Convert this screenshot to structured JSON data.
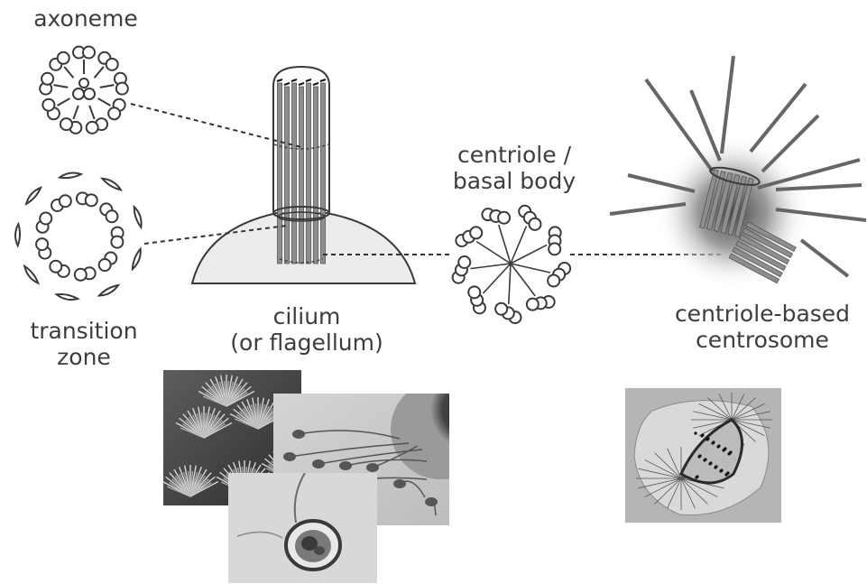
{
  "labels": {
    "axoneme": "axoneme",
    "transition_line1": "transition",
    "transition_line2": "zone",
    "cilium_line1": "cilium",
    "cilium_line2": "(or flagellum)",
    "centriole_line1": "centriole /",
    "centriole_line2": "basal body",
    "centrosome_line1": "centriole-based",
    "centrosome_line2": "centrosome"
  },
  "colors": {
    "text": "#3d3d3d",
    "line": "#3a3a3a",
    "microtubule": "#8a8a8a",
    "cell_fill": "#ececec"
  },
  "photos": [
    "cilia-sem-micrograph",
    "sperm-flagella-micrograph",
    "flagellated-cell-micrograph",
    "centrosome-fluorescence-micrograph"
  ]
}
